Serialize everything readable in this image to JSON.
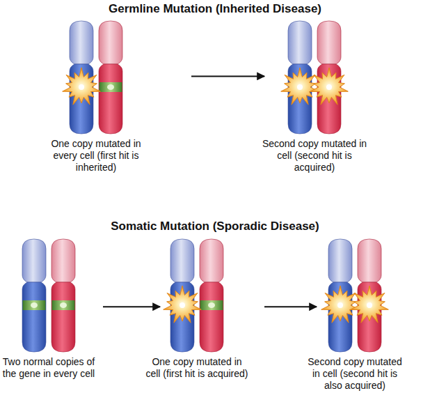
{
  "diagram": {
    "nodes": [
      {
        "text": [
          "One copy mutated in every cell (first hit is inherited)"
        ]
      },
      {
        "text": [
          "Second copy mutated in cell (second hit is acquired)"
        ]
      },
      {
        "text": [
          "Two normal copies of the gene in every cell"
        ]
      },
      {
        "text": [
          "One copy mutated in cell (first hit is acquired)"
        ]
      },
      {
        "text": [
          "Second copy mutated in cell (second hit is also acquired)"
        ]
      }
    ],
    "edges": [
      {
        "from": 0,
        "to": 1,
        "arrow": "to"
      },
      {
        "from": 2,
        "to": 3,
        "arrow": "to"
      },
      {
        "from": 3,
        "to": 4,
        "arrow": "to"
      }
    ],
    "labels": [
      "Germline Mutation (Inherited Disease)",
      "Somatic Mutation (Sporadic Disease)"
    ]
  }
}
